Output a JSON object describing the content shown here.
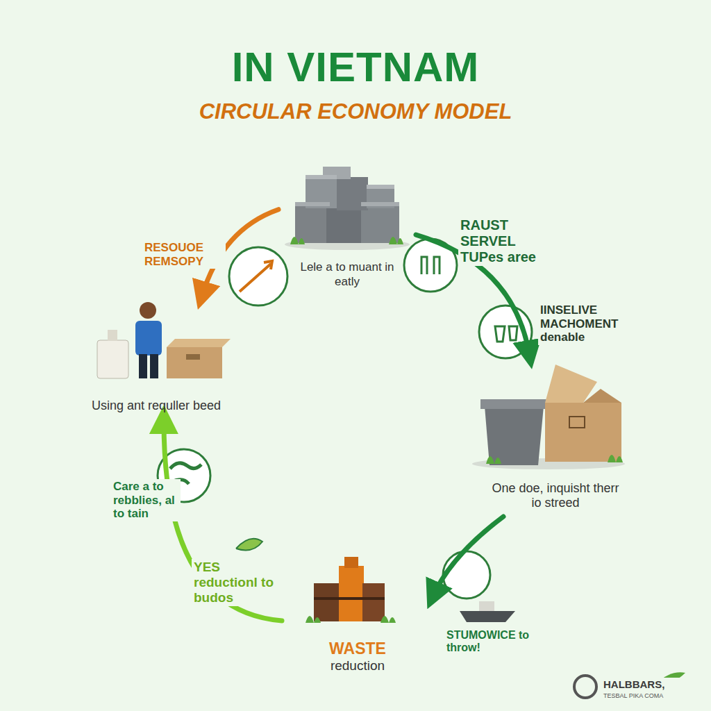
{
  "diagram": {
    "title": "IN VIETNAM",
    "nodes": [
      {
        "text": [
          "Lele a to muant in eatly"
        ]
      },
      {
        "text": [
          "One doe, inquisht therr io streed"
        ]
      },
      {
        "text": [
          "WASTE",
          "reduction"
        ]
      },
      {
        "text": [
          "Using ant requller beed"
        ]
      }
    ],
    "edges": [
      {
        "from": 0,
        "to": 1,
        "arrow": "to"
      },
      {
        "from": 1,
        "to": 2,
        "arrow": "to"
      },
      {
        "from": 2,
        "to": 3,
        "arrow": "to"
      },
      {
        "from": 0,
        "to": 3,
        "arrow": "to"
      }
    ],
    "labels": [
      "CIRCULAR ECONOMY MODEL",
      "RESOUOE REMSOPY",
      "RAUST SERVEL TUPes aree",
      "IINSELIVE MACHOMENT denable",
      "Care a to rebblies, al to tain",
      "YES reductionl to budos",
      "STUMOWICE to throw!",
      "HALBBARS,",
      "TESBAL PIKA COMA"
    ]
  }
}
